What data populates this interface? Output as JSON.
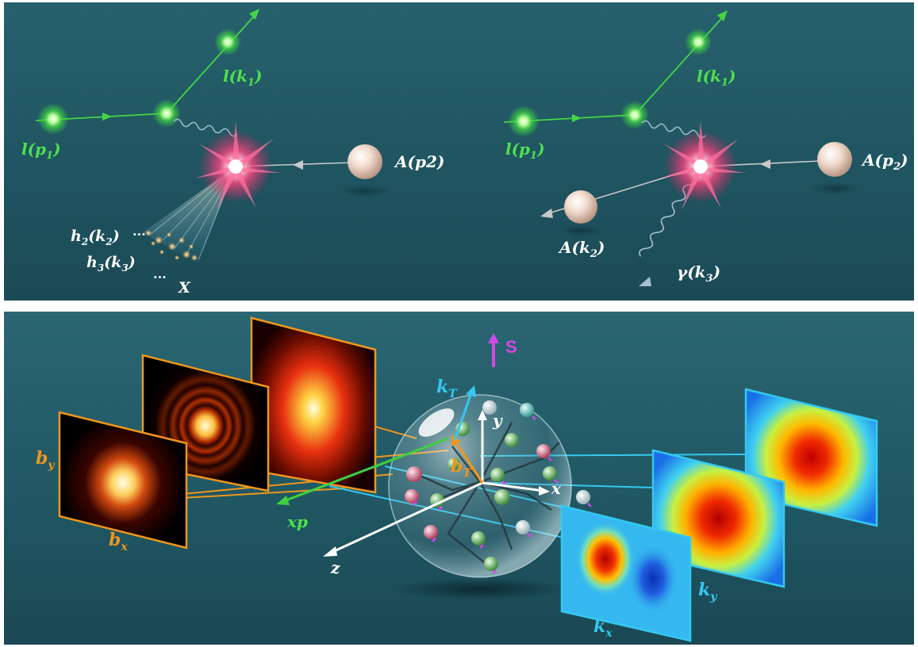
{
  "top_left": {
    "lepton_in": "l(p",
    "lepton_in_sub": "1",
    "lepton_in_close": ")",
    "lepton_out": "l(k",
    "lepton_out_sub": "1",
    "lepton_out_close": ")",
    "nucleus": "A(p2)",
    "h2": "h",
    "h2_sub": "2",
    "h2_k": "(k",
    "h2_ksub": "2",
    "h2_close": ")",
    "h3": "h",
    "h3_sub": "3",
    "h3_k": "(k",
    "h3_ksub": "3",
    "h3_close": ")",
    "x": "X",
    "dots": "···"
  },
  "top_right": {
    "lepton_in": "l(p",
    "lepton_in_sub": "1",
    "lepton_in_close": ")",
    "lepton_out": "l(k",
    "lepton_out_sub": "1",
    "lepton_out_close": ")",
    "nucleus": "A(p",
    "nucleus_sub": "2",
    "nucleus_close": ")",
    "recoil": "A(k",
    "recoil_sub": "2",
    "recoil_close": ")",
    "photon": "γ(k",
    "photon_sub": "3",
    "photon_close": ")"
  },
  "bottom": {
    "b_y": "b",
    "b_y_sub": "y",
    "b_x": "b",
    "b_x_sub": "x",
    "b_T": "b",
    "b_T_sub": "T",
    "k_T": "k",
    "k_T_sub": "T",
    "k_y": "k",
    "k_y_sub": "y",
    "k_x": "k",
    "k_x_sub": "x",
    "spin": "S",
    "axis_x": "x",
    "axis_y": "y",
    "axis_z": "z",
    "xp": "xp"
  },
  "colors": {
    "lepton": "#4fe04f",
    "spatial": "#f0961c",
    "momentum": "#35c8f0",
    "spin": "#d248e8",
    "background": "#225a66"
  }
}
